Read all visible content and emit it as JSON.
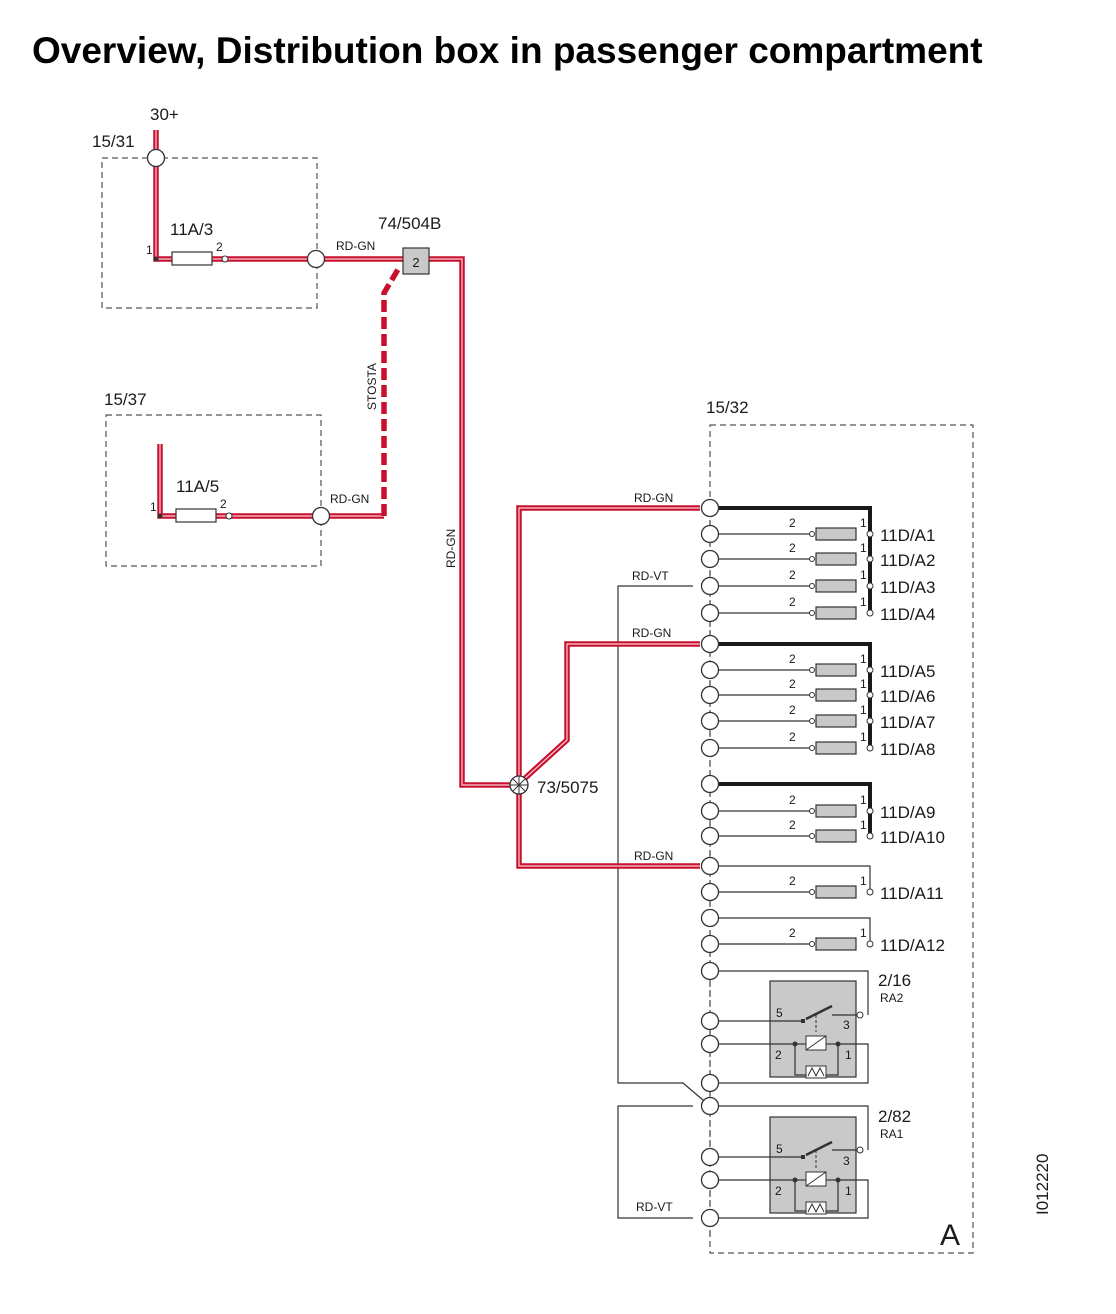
{
  "title": "Overview, Distribution box in passenger compartment",
  "figure_id": "I012220",
  "box_letter": "A",
  "supply_label": "30+",
  "boxes": {
    "top_left": "15/31",
    "mid_left": "15/37",
    "distribution": "15/32"
  },
  "fuses": {
    "main_1": "11A/3",
    "main_2": "11A/5",
    "distribution": [
      "11D/A1",
      "11D/A2",
      "11D/A3",
      "11D/A4",
      "11D/A5",
      "11D/A6",
      "11D/A7",
      "11D/A8",
      "11D/A9",
      "11D/A10",
      "11D/A11",
      "11D/A12"
    ]
  },
  "connectors": {
    "c1": "74/504B",
    "c1_pin": "2",
    "splice": "73/5075"
  },
  "wires": {
    "rd_gn": "RD-GN",
    "rd_vt": "RD-VT",
    "stosta": "STOSTA"
  },
  "relays": [
    {
      "ref": "2/16",
      "name": "RA2"
    },
    {
      "ref": "2/82",
      "name": "RA1"
    }
  ],
  "pins": {
    "p1": "1",
    "p2": "2",
    "p3": "3",
    "p5": "5"
  }
}
